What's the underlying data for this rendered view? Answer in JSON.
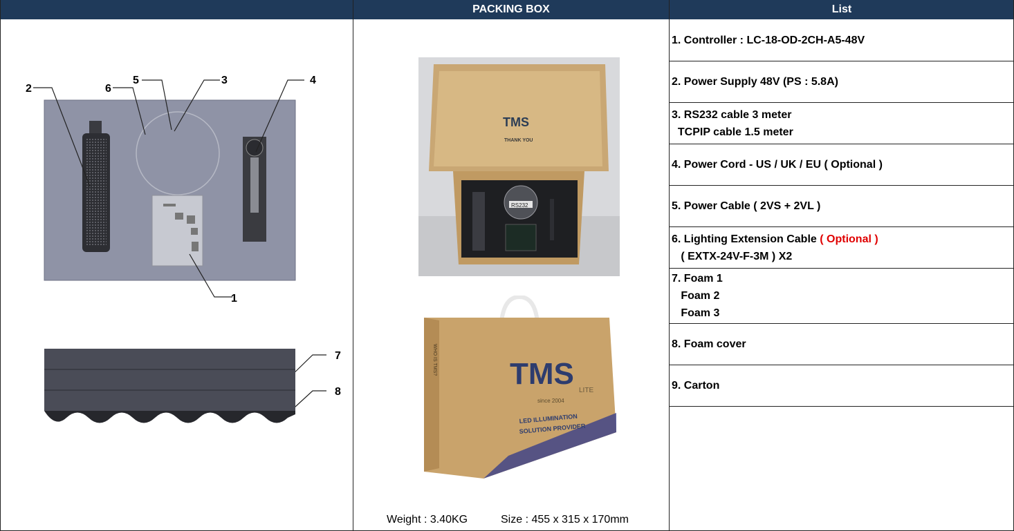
{
  "headers": {
    "left": "",
    "middle": "PACKING BOX",
    "right": "List"
  },
  "diagram": {
    "callouts": [
      "1",
      "2",
      "3",
      "4",
      "5",
      "6",
      "7",
      "8"
    ]
  },
  "photos": {
    "open_box": {
      "brand": "TMS",
      "thank_you": "THANK YOU",
      "tag": "RS232"
    },
    "closed_box": {
      "brand": "TMS",
      "sub": "LITE",
      "since": "since 2004",
      "tagline1": "LED ILLUMINATION",
      "tagline2": "SOLUTION PROVIDER",
      "side": "WHO IS TMS?"
    }
  },
  "packing": {
    "weight": "Weight : 3.40KG",
    "size": "Size : 455 x 315 x 170mm"
  },
  "list": [
    {
      "lines": [
        "1. Controller : LC-18-OD-2CH-A5-48V"
      ]
    },
    {
      "lines": [
        "2. Power Supply 48V (PS : 5.8A)"
      ]
    },
    {
      "lines": [
        "3. RS232 cable 3 meter",
        "  TCPIP cable 1.5 meter"
      ]
    },
    {
      "lines": [
        "4. Power Cord - US / UK / EU ( Optional )"
      ]
    },
    {
      "lines": [
        "5. Power Cable ( 2VS + 2VL )"
      ]
    },
    {
      "lines": [
        "6. Lighting Extension Cable ",
        "   ( EXTX-24V-F-3M ) X2"
      ],
      "optional": "( Optional )"
    },
    {
      "lines": [
        "7. Foam 1",
        "   Foam 2",
        "   Foam 3"
      ]
    },
    {
      "lines": [
        "8. Foam cover"
      ]
    },
    {
      "lines": [
        "9. Carton"
      ]
    }
  ],
  "colors": {
    "header_bg": "#1f3a5a",
    "optional_red": "#e00000",
    "foam": "#8a8ea0",
    "carton": "#c9a36b"
  }
}
